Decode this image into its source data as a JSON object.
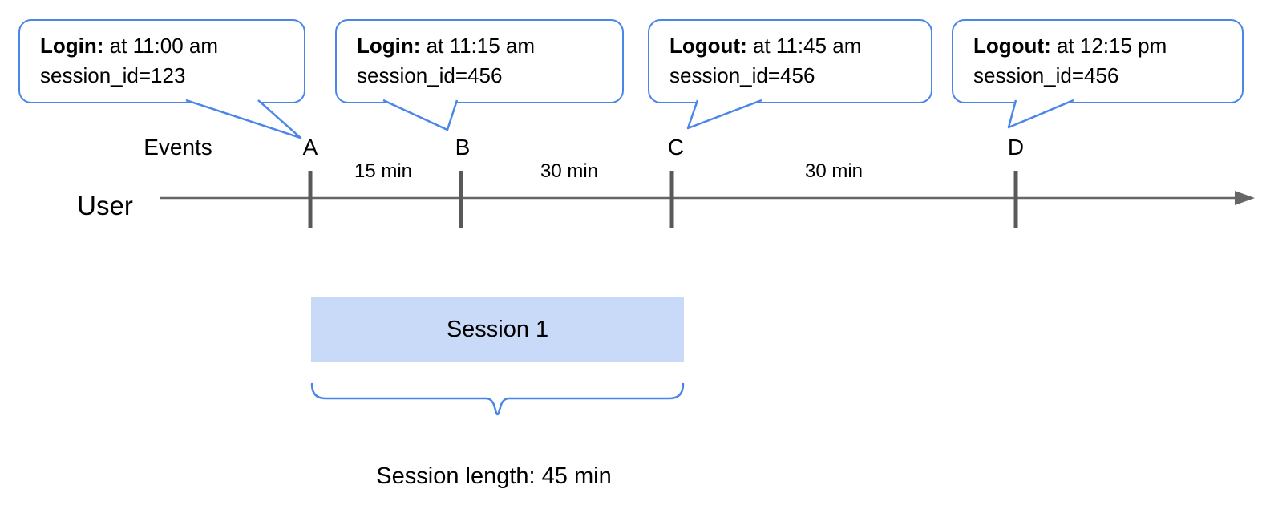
{
  "bubbles": [
    {
      "event": "Login:",
      "time": "at 11:00 am",
      "session": "session_id=123"
    },
    {
      "event": "Login:",
      "time": "at 11:15 am",
      "session": "session_id=456"
    },
    {
      "event": "Logout:",
      "time": "at 11:45 am",
      "session": "session_id=456"
    },
    {
      "event": "Logout:",
      "time": "at 12:15 pm",
      "session": "session_id=456"
    }
  ],
  "timeline": {
    "events_label": "Events",
    "axis_label": "User",
    "ticks": [
      "A",
      "B",
      "C",
      "D"
    ],
    "intervals": [
      "15 min",
      "30 min",
      "30 min"
    ]
  },
  "session": {
    "box_label": "Session 1",
    "caption": "Session length: 45 min"
  },
  "colors": {
    "callout_border": "#4a86e8",
    "session_box_fill": "#c9daf8",
    "axis_gray": "#666666",
    "tick_gray": "#595959"
  }
}
